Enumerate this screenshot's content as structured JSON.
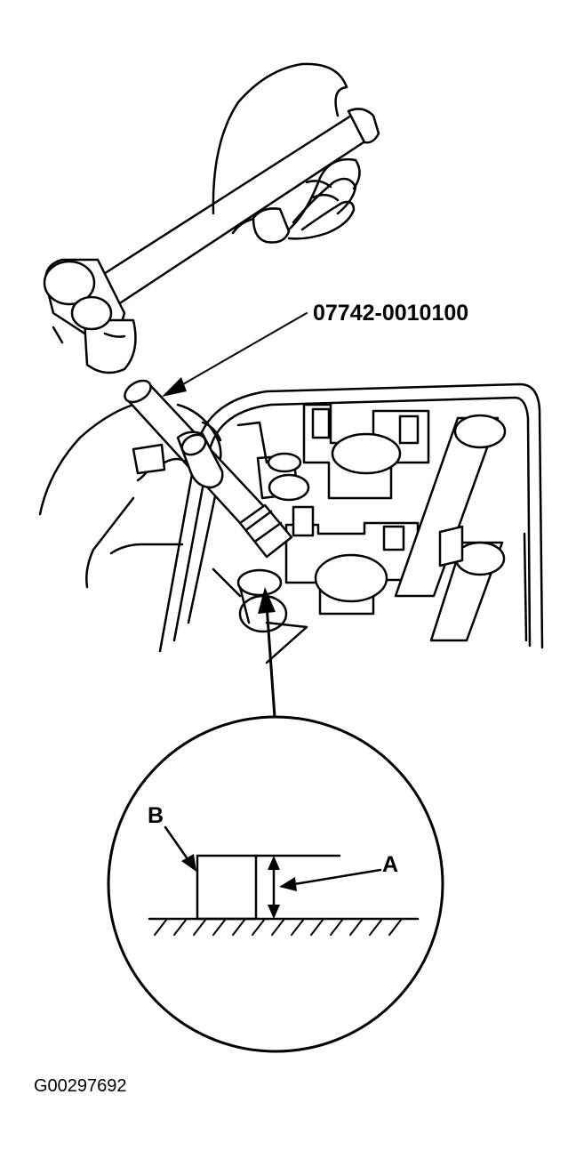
{
  "labels": {
    "tool_part_number": "07742-0010100",
    "callout_a": "A",
    "callout_b": "B",
    "figure_id": "G00297692"
  },
  "colors": {
    "ink": "#000000",
    "paper": "#ffffff"
  }
}
